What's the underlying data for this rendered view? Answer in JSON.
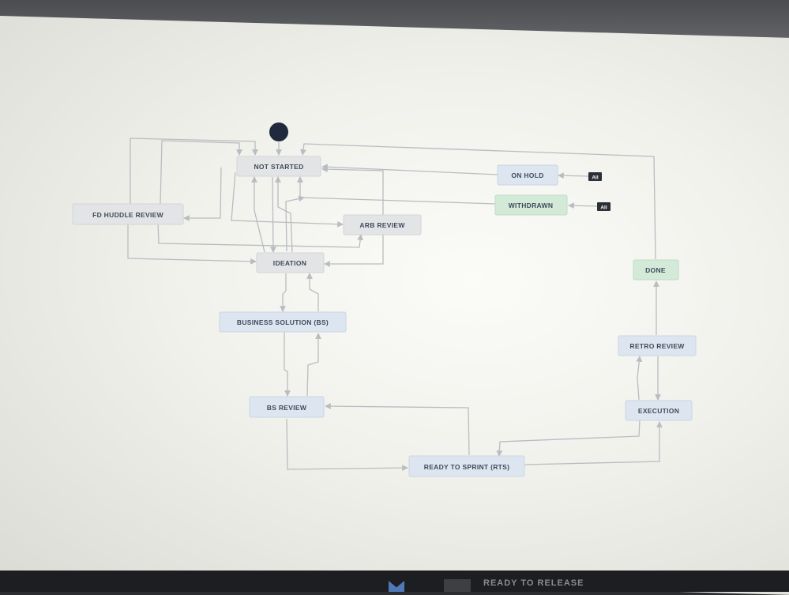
{
  "diagram": {
    "nodes": {
      "not_started": {
        "label": "NOT STARTED",
        "status": "todo",
        "color": "#e3e4e6"
      },
      "on_hold": {
        "label": "ON HOLD",
        "status": "in-progress",
        "color": "#dde6f0"
      },
      "withdrawn": {
        "label": "WITHDRAWN",
        "status": "done",
        "color": "#d4ead9"
      },
      "fd_huddle_review": {
        "label": "FD HUDDLE REVIEW",
        "status": "todo",
        "color": "#e3e4e6"
      },
      "arb_review": {
        "label": "ARB REVIEW",
        "status": "todo",
        "color": "#e3e4e6"
      },
      "ideation": {
        "label": "IDEATION",
        "status": "todo",
        "color": "#e3e4e6"
      },
      "done": {
        "label": "DONE",
        "status": "done",
        "color": "#d4ead9"
      },
      "business_solution": {
        "label": "BUSINESS SOLUTION (BS)",
        "status": "in-progress",
        "color": "#dde6f0"
      },
      "retro_review": {
        "label": "RETRO REVIEW",
        "status": "in-progress",
        "color": "#dde6f0"
      },
      "bs_review": {
        "label": "BS REVIEW",
        "status": "in-progress",
        "color": "#dde6f0"
      },
      "execution": {
        "label": "EXECUTION",
        "status": "in-progress",
        "color": "#dde6f0"
      },
      "ready_to_sprint": {
        "label": "READY TO SPRINT (RTS)",
        "status": "in-progress",
        "color": "#dde6f0"
      }
    },
    "badges": {
      "on_hold_all": "All",
      "withdrawn_all": "All"
    },
    "edge_color": "#b9bcc0",
    "start_color": "#1f2a3d"
  },
  "taskbar": {
    "fragment": "READY TO RELEASE"
  }
}
